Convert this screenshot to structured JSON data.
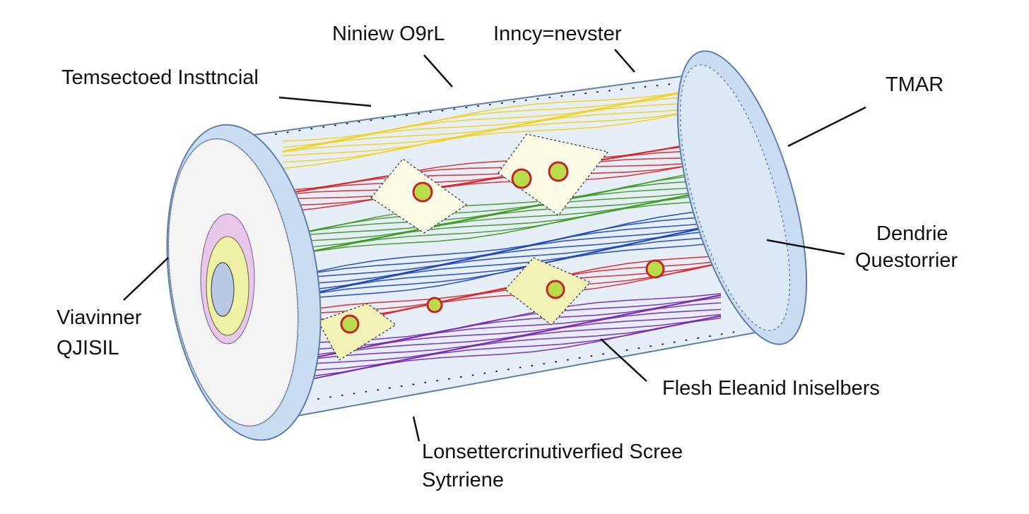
{
  "labels": {
    "top_left": "Temsectoed Insttncial",
    "top_center_a": "Niniew O9rL",
    "top_center_b": "Inncy=nevster",
    "top_right": "TMAR",
    "right_middle": {
      "line1": "Dendrie",
      "line2": "Questorrier"
    },
    "left": {
      "line1": "Viavinner",
      "line2": "QJISIL"
    },
    "right_bottom": "Flesh Eleanid Iniselbers",
    "bottom": {
      "line1": "Lonsettercrinutiverfied Scree",
      "line2": "Sytrriene"
    }
  },
  "colors": {
    "sheath": "#c9dcf2",
    "sheath_edge": "#5f7fa8",
    "band_yellow": "#f2d21a",
    "band_red": "#d8262b",
    "band_green": "#3f9a22",
    "band_blue": "#1f47b8",
    "band_purple": "#7a2ab0",
    "node": "#b8dc4a",
    "node_outline": "#c0262b",
    "diamond": "#fbfbe6",
    "leader": "#111111"
  }
}
